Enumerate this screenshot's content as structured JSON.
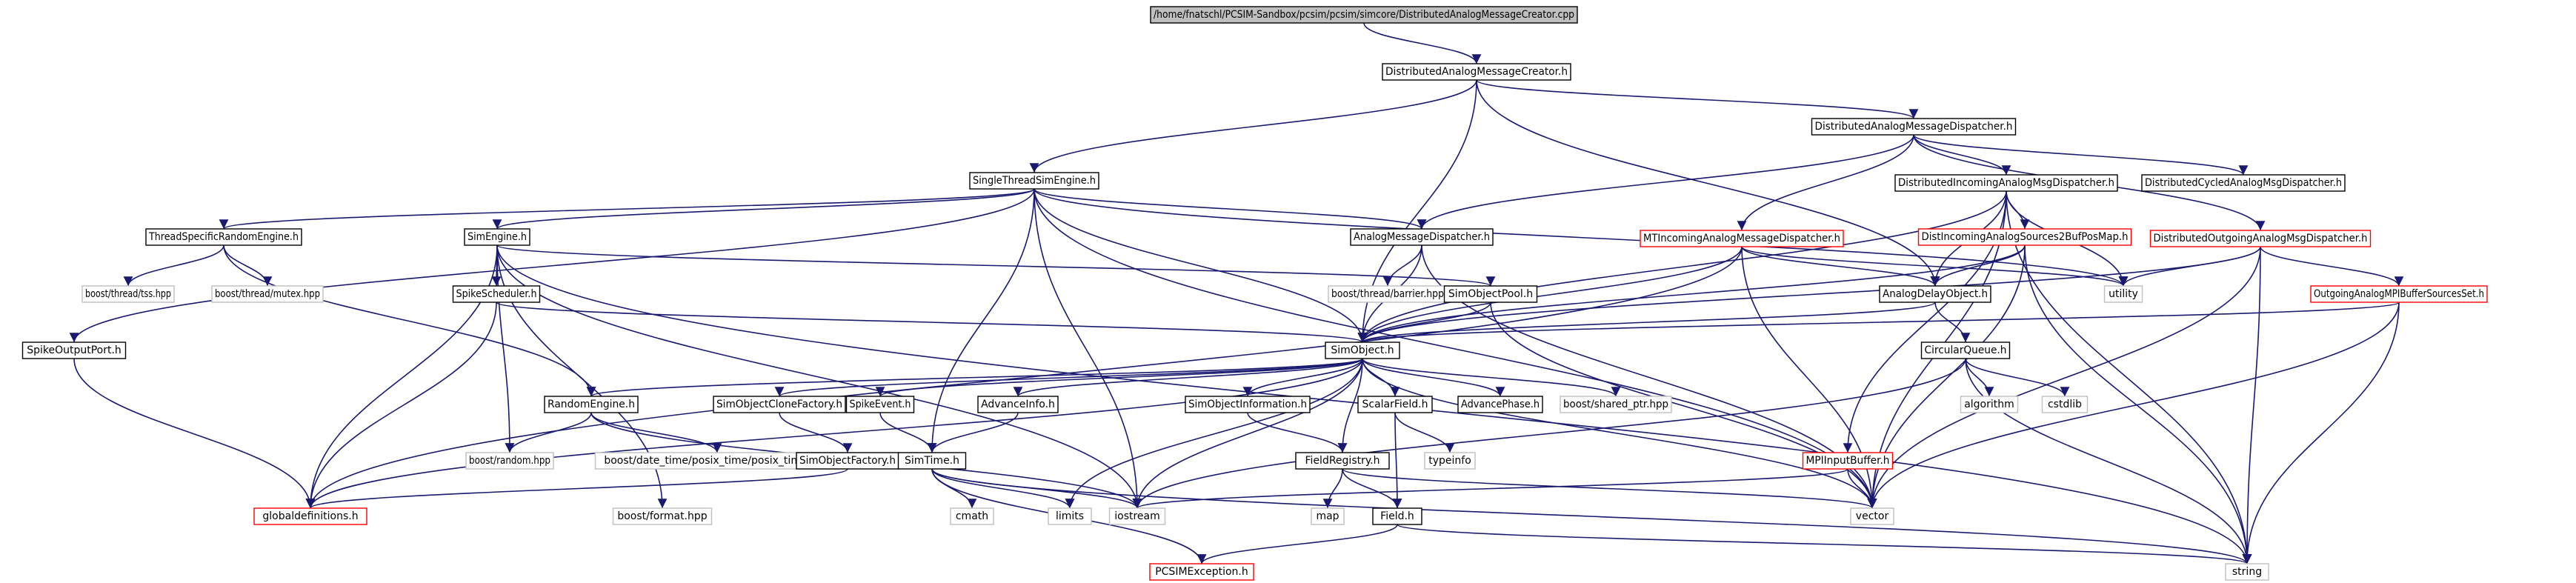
{
  "colors": {
    "edge": "#191970",
    "root_fill": "#bfbfbf",
    "border_default": "#000000",
    "border_missing": "#bfbfbf",
    "border_truncated": "#ff0000",
    "text": "#000000"
  },
  "graph": {
    "nodes": [
      {
        "id": "root",
        "label": "/home/fnatschl/PCSIM-Sandbox/pcsim/pcsim/simcore/DistributedAnalogMessageCreator.cpp",
        "kind": "root"
      },
      {
        "id": "damc",
        "label": "DistributedAnalogMessageCreator.h",
        "kind": "normal"
      },
      {
        "id": "damd",
        "label": "DistributedAnalogMessageDispatcher.h",
        "kind": "normal"
      },
      {
        "id": "stse",
        "label": "SingleThreadSimEngine.h",
        "kind": "normal"
      },
      {
        "id": "diamd",
        "label": "DistributedIncomingAnalogMsgDispatcher.h",
        "kind": "normal"
      },
      {
        "id": "dcamd",
        "label": "DistributedCycledAnalogMsgDispatcher.h",
        "kind": "normal"
      },
      {
        "id": "doamd",
        "label": "DistributedOutgoingAnalogMsgDispatcher.h",
        "kind": "truncated"
      },
      {
        "id": "tsre",
        "label": "ThreadSpecificRandomEngine.h",
        "kind": "normal"
      },
      {
        "id": "se",
        "label": "SimEngine.h",
        "kind": "normal"
      },
      {
        "id": "amd",
        "label": "AnalogMessageDispatcher.h",
        "kind": "normal"
      },
      {
        "id": "mtiamd",
        "label": "MTIncomingAnalogMessageDispatcher.h",
        "kind": "truncated"
      },
      {
        "id": "dias2b",
        "label": "DistIncomingAnalogSources2BufPosMap.h",
        "kind": "truncated"
      },
      {
        "id": "bthtss",
        "label": "boost/thread/tss.hpp",
        "kind": "missing"
      },
      {
        "id": "bthmutex",
        "label": "boost/thread/mutex.hpp",
        "kind": "missing"
      },
      {
        "id": "bthbarrier",
        "label": "boost/thread/barrier.hpp",
        "kind": "missing"
      },
      {
        "id": "utility",
        "label": "utility",
        "kind": "missing"
      },
      {
        "id": "omb",
        "label": "OutgoingAnalogMPIBufferSourcesSet.h",
        "kind": "truncated"
      },
      {
        "id": "sss",
        "label": "SpikeScheduler.h",
        "kind": "normal"
      },
      {
        "id": "sop",
        "label": "SimObjectPool.h",
        "kind": "normal"
      },
      {
        "id": "ado",
        "label": "AnalogDelayObject.h",
        "kind": "normal"
      },
      {
        "id": "sop2",
        "label": "SpikeOutputPort.h",
        "kind": "normal"
      },
      {
        "id": "so",
        "label": "SimObject.h",
        "kind": "normal"
      },
      {
        "id": "cq",
        "label": "CircularQueue.h",
        "kind": "normal"
      },
      {
        "id": "re",
        "label": "RandomEngine.h",
        "kind": "normal"
      },
      {
        "id": "socf",
        "label": "SimObjectCloneFactory.h",
        "kind": "normal"
      },
      {
        "id": "spe",
        "label": "SpikeEvent.h",
        "kind": "normal"
      },
      {
        "id": "ai",
        "label": "AdvanceInfo.h",
        "kind": "normal"
      },
      {
        "id": "soi",
        "label": "SimObjectInformation.h",
        "kind": "normal"
      },
      {
        "id": "sf",
        "label": "ScalarField.h",
        "kind": "normal"
      },
      {
        "id": "ap",
        "label": "AdvancePhase.h",
        "kind": "normal"
      },
      {
        "id": "bsp",
        "label": "boost/shared_ptr.hpp",
        "kind": "missing"
      },
      {
        "id": "algorithm",
        "label": "algorithm",
        "kind": "missing"
      },
      {
        "id": "cstdlib",
        "label": "cstdlib",
        "kind": "missing"
      },
      {
        "id": "brandom",
        "label": "boost/random.hpp",
        "kind": "missing"
      },
      {
        "id": "bdt",
        "label": "boost/date_time/posix_time/posix_time.hpp",
        "kind": "missing"
      },
      {
        "id": "sof",
        "label": "SimObjectFactory.h",
        "kind": "normal"
      },
      {
        "id": "st",
        "label": "SimTime.h",
        "kind": "normal"
      },
      {
        "id": "fr",
        "label": "FieldRegistry.h",
        "kind": "normal"
      },
      {
        "id": "typeinfo",
        "label": "typeinfo",
        "kind": "missing"
      },
      {
        "id": "mpib",
        "label": "MPIInputBuffer.h",
        "kind": "truncated"
      },
      {
        "id": "gd",
        "label": "globaldefinitions.h",
        "kind": "truncated"
      },
      {
        "id": "bformat",
        "label": "boost/format.hpp",
        "kind": "missing"
      },
      {
        "id": "cmath",
        "label": "cmath",
        "kind": "missing"
      },
      {
        "id": "limits",
        "label": "limits",
        "kind": "missing"
      },
      {
        "id": "iostream",
        "label": "iostream",
        "kind": "missing"
      },
      {
        "id": "map",
        "label": "map",
        "kind": "missing"
      },
      {
        "id": "field",
        "label": "Field.h",
        "kind": "normal"
      },
      {
        "id": "vector",
        "label": "vector",
        "kind": "missing"
      },
      {
        "id": "pcsimex",
        "label": "PCSIMException.h",
        "kind": "truncated"
      },
      {
        "id": "string",
        "label": "string",
        "kind": "missing"
      }
    ],
    "edges": [
      [
        "root",
        "damc"
      ],
      [
        "damc",
        "damd"
      ],
      [
        "damc",
        "stse"
      ],
      [
        "damc",
        "so"
      ],
      [
        "damc",
        "ado"
      ],
      [
        "damd",
        "diamd"
      ],
      [
        "damd",
        "dcamd"
      ],
      [
        "damd",
        "doamd"
      ],
      [
        "damd",
        "amd"
      ],
      [
        "damd",
        "mtiamd"
      ],
      [
        "stse",
        "tsre"
      ],
      [
        "stse",
        "se"
      ],
      [
        "stse",
        "amd"
      ],
      [
        "stse",
        "sop2"
      ],
      [
        "stse",
        "so"
      ],
      [
        "stse",
        "iostream"
      ],
      [
        "stse",
        "st"
      ],
      [
        "stse",
        "vector"
      ],
      [
        "stse",
        "utility"
      ],
      [
        "diamd",
        "so"
      ],
      [
        "diamd",
        "ado"
      ],
      [
        "diamd",
        "dias2b"
      ],
      [
        "diamd",
        "mpib"
      ],
      [
        "diamd",
        "vector"
      ],
      [
        "diamd",
        "utility"
      ],
      [
        "diamd",
        "string"
      ],
      [
        "doamd",
        "so"
      ],
      [
        "doamd",
        "omb"
      ],
      [
        "doamd",
        "vector"
      ],
      [
        "doamd",
        "utility"
      ],
      [
        "doamd",
        "string"
      ],
      [
        "tsre",
        "bthtss"
      ],
      [
        "tsre",
        "bthmutex"
      ],
      [
        "tsre",
        "re"
      ],
      [
        "se",
        "sss"
      ],
      [
        "se",
        "sop"
      ],
      [
        "se",
        "gd"
      ],
      [
        "se",
        "brandom"
      ],
      [
        "se",
        "iostream"
      ],
      [
        "se",
        "bformat"
      ],
      [
        "se",
        "string"
      ],
      [
        "amd",
        "bthbarrier"
      ],
      [
        "amd",
        "so"
      ],
      [
        "amd",
        "vector"
      ],
      [
        "mtiamd",
        "so"
      ],
      [
        "mtiamd",
        "ado"
      ],
      [
        "mtiamd",
        "vector"
      ],
      [
        "mtiamd",
        "gd"
      ],
      [
        "mtiamd",
        "utility"
      ],
      [
        "dias2b",
        "so"
      ],
      [
        "dias2b",
        "ado"
      ],
      [
        "dias2b",
        "vector"
      ],
      [
        "dias2b",
        "string"
      ],
      [
        "omb",
        "so"
      ],
      [
        "omb",
        "vector"
      ],
      [
        "omb",
        "string"
      ],
      [
        "sss",
        "so"
      ],
      [
        "sss",
        "gd"
      ],
      [
        "sop",
        "so"
      ],
      [
        "sop",
        "vector"
      ],
      [
        "ado",
        "so"
      ],
      [
        "ado",
        "cq"
      ],
      [
        "sop2",
        "gd"
      ],
      [
        "so",
        "re"
      ],
      [
        "so",
        "socf"
      ],
      [
        "so",
        "spe"
      ],
      [
        "so",
        "ai"
      ],
      [
        "so",
        "soi"
      ],
      [
        "so",
        "sf"
      ],
      [
        "so",
        "ap"
      ],
      [
        "so",
        "bsp"
      ],
      [
        "so",
        "fr"
      ],
      [
        "so",
        "iostream"
      ],
      [
        "so",
        "limits"
      ],
      [
        "so",
        "vector"
      ],
      [
        "so",
        "gd"
      ],
      [
        "cq",
        "algorithm"
      ],
      [
        "cq",
        "cstdlib"
      ],
      [
        "cq",
        "iostream"
      ],
      [
        "cq",
        "string"
      ],
      [
        "re",
        "brandom"
      ],
      [
        "re",
        "bdt"
      ],
      [
        "re",
        "iostream"
      ],
      [
        "socf",
        "sof"
      ],
      [
        "spe",
        "st"
      ],
      [
        "ai",
        "st"
      ],
      [
        "soi",
        "fr"
      ],
      [
        "sf",
        "typeinfo"
      ],
      [
        "sf",
        "field"
      ],
      [
        "sof",
        "gd"
      ],
      [
        "st",
        "cmath"
      ],
      [
        "st",
        "limits"
      ],
      [
        "st",
        "iostream"
      ],
      [
        "st",
        "pcsimex"
      ],
      [
        "st",
        "string"
      ],
      [
        "fr",
        "map"
      ],
      [
        "fr",
        "field"
      ],
      [
        "fr",
        "vector"
      ],
      [
        "mpib",
        "vector"
      ],
      [
        "mpib",
        "iostream"
      ],
      [
        "field",
        "pcsimex"
      ],
      [
        "field",
        "string"
      ]
    ]
  }
}
